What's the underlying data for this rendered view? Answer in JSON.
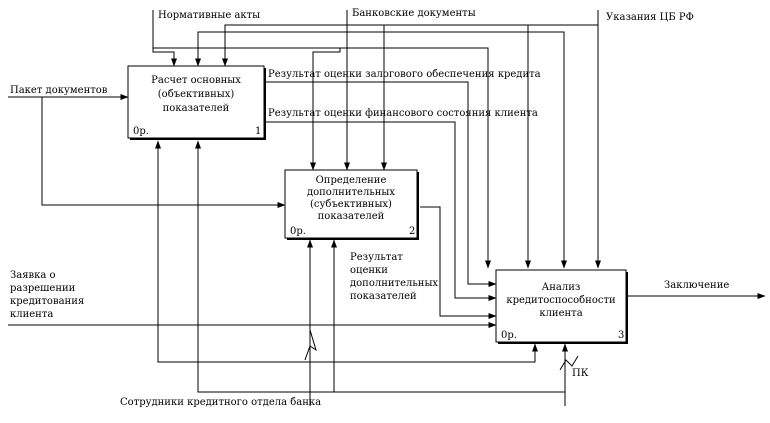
{
  "blocks": {
    "b1": {
      "lines": [
        "Расчет основных",
        "(объективных)",
        "показателей"
      ],
      "cost": "0р.",
      "number": "1"
    },
    "b2": {
      "lines": [
        "Определение",
        "дополнительных",
        "(субъективных)",
        "показателей"
      ],
      "cost": "0р.",
      "number": "2"
    },
    "b3": {
      "lines": [
        "Анализ",
        "кредитоспособности",
        "клиента"
      ],
      "cost": "0р.",
      "number": "3"
    }
  },
  "arrows": {
    "normative_acts": "Нормативные акты",
    "bank_documents": "Банковские документы",
    "cb_instructions": "Указания ЦБ РФ",
    "package_docs": "Пакет документов",
    "collateral_result": "Результат оценки залогового обеспечения кредита",
    "financial_result": "Результат оценки финансового состояния клиента",
    "additional_result": [
      "Результат",
      "оценки",
      "дополнительных",
      "показателей"
    ],
    "credit_request": [
      "Заявка о",
      "разрешении",
      "кредитования",
      "клиента"
    ],
    "conclusion": "Заключение",
    "staff": "Сотрудники кредитного отдела банка",
    "pc": "ПК"
  }
}
